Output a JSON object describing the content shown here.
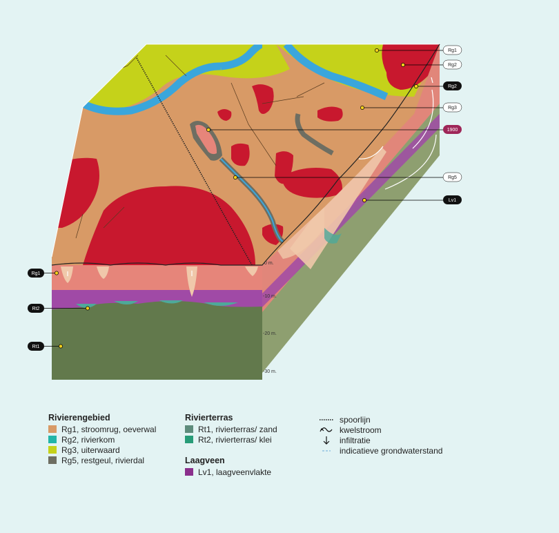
{
  "callouts": {
    "rg1_top": "Rg1",
    "rg2_top": "Rg2",
    "rg2_mid": "Rg2",
    "rg3": "Rg3",
    "year": "1900",
    "rg5": "Rg5",
    "lv1": "Lv1",
    "rg1_left": "Rg1",
    "rt2": "Rt2",
    "rt1": "Rt1"
  },
  "depth_labels": [
    "0 m.",
    "-10 m.",
    "-20 m.",
    "-30 m."
  ],
  "legend": {
    "rivierengebied": {
      "title": "Rivierengebied",
      "items": [
        {
          "label": "Rg1, stroomrug, oeverwal",
          "color": "#d89a66"
        },
        {
          "label": "Rg2, rivierkom",
          "color": "#22b5a8"
        },
        {
          "label": "Rg3, uiterwaard",
          "color": "#c5d21a"
        },
        {
          "label": "Rg5, restgeul, rivierdal",
          "color": "#6e6e62"
        }
      ]
    },
    "rivierterras": {
      "title": "Rivierterras",
      "items": [
        {
          "label": "Rt1, rivierterras/ zand",
          "color": "#5e8c7c"
        },
        {
          "label": "Rt2, rivierterras/ klei",
          "color": "#279c78"
        }
      ]
    },
    "laagveen": {
      "title": "Laagveen",
      "items": [
        {
          "label": "Lv1, laagveenvlakte",
          "color": "#8a2f8c"
        }
      ]
    },
    "symbols": [
      {
        "label": "spoorlijn",
        "icon": "railway-dotted-line"
      },
      {
        "label": "kwelstroom",
        "icon": "seepage-flow-arrow"
      },
      {
        "label": "infiltratie",
        "icon": "infiltration-arrow"
      },
      {
        "label": "indicatieve grondwaterstand",
        "icon": "groundwater-level-line"
      }
    ]
  },
  "colors": {
    "background": "#e3f3f3",
    "rg1": "#d89a66",
    "red_zone": "#c8182e",
    "salmon": "#e6857a",
    "pale": "#f0c8aa",
    "purple": "#a04aa6",
    "teal": "#4ea99a",
    "green_dark": "#62794c",
    "green_side": "#8e9f70",
    "river": "#3aa6dc",
    "uiterwaard": "#c5d21a"
  }
}
